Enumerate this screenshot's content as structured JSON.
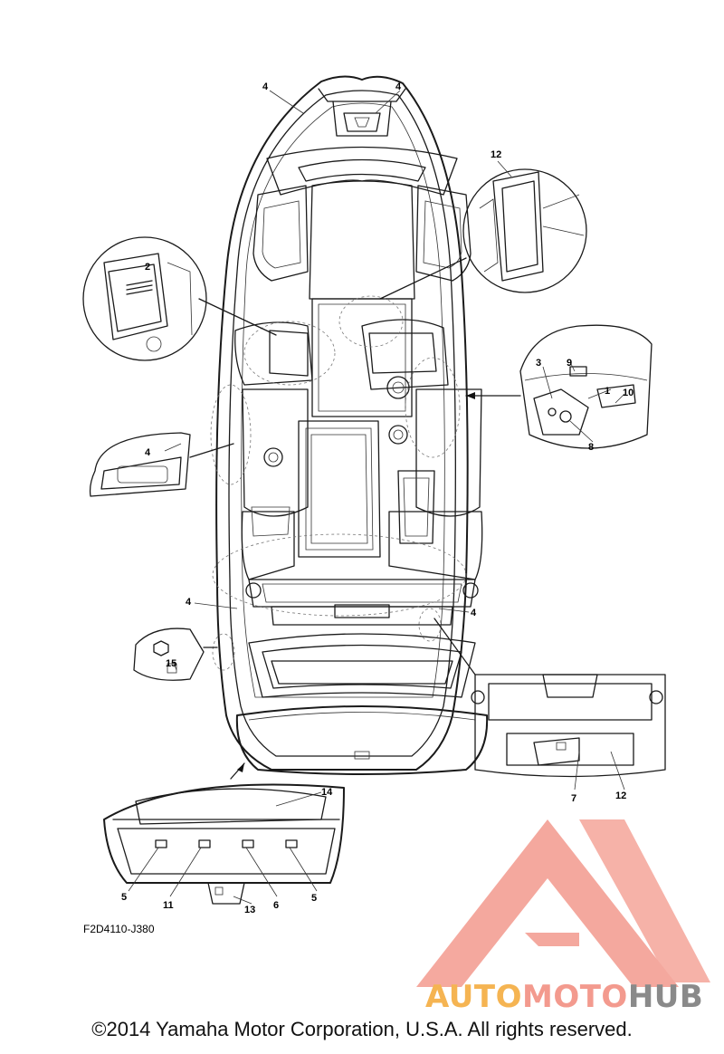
{
  "diagram_code": "F2D4110-J380",
  "copyright": "©2014 Yamaha Motor Corporation, U.S.A. All rights reserved.",
  "watermark": {
    "part1": "AUTO",
    "part2": "MOTO",
    "part3": "HUB",
    "color_part1": "#f5b452",
    "color_part2": "#f39a8e",
    "color_part3": "#8a8a8a",
    "logo_color": "#f08c84"
  },
  "callouts": {
    "c1": "1",
    "c2": "2",
    "c3": "3",
    "c4a": "4",
    "c4b": "4",
    "c4c": "4",
    "c4d": "4",
    "c4e": "4",
    "c5a": "5",
    "c5b": "5",
    "c6": "6",
    "c7": "7",
    "c8": "8",
    "c9": "9",
    "c10": "10",
    "c11": "11",
    "c12a": "12",
    "c12b": "12",
    "c13": "13",
    "c14": "14",
    "c15": "15"
  }
}
